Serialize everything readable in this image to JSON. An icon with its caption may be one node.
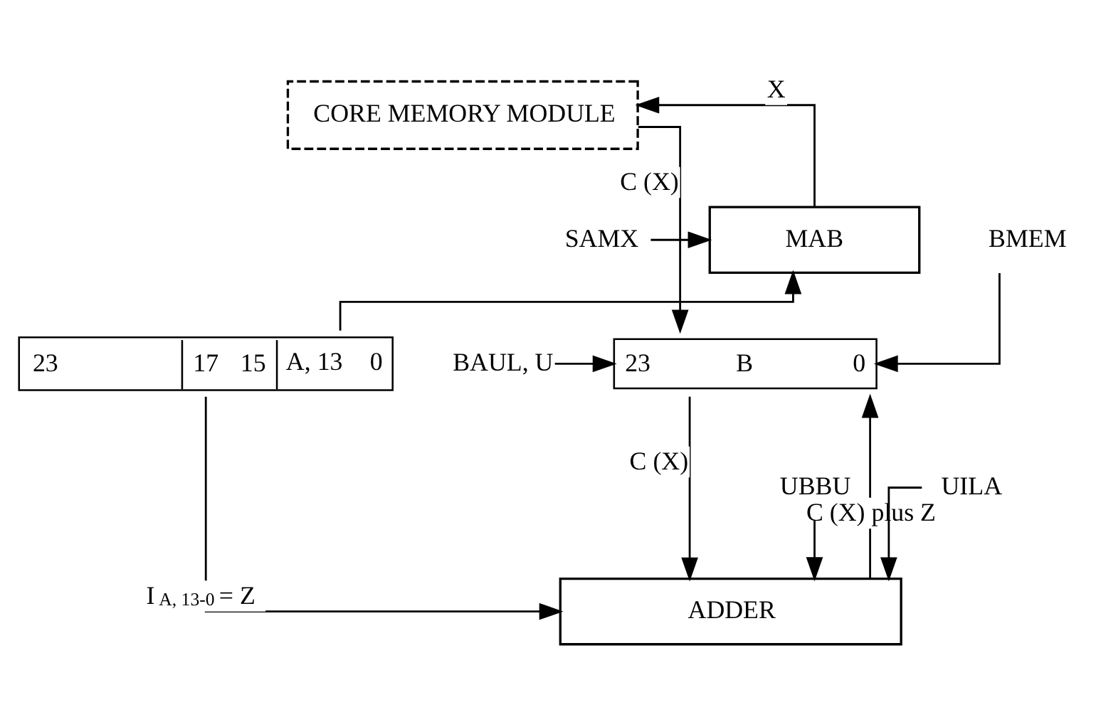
{
  "diagram": {
    "nodes": [
      {
        "text": [
          "CORE MEMORY MODULE"
        ]
      },
      {
        "text": [
          "MAB"
        ]
      },
      {
        "text": [
          "23",
          "B",
          "0"
        ]
      },
      {
        "text": [
          "23",
          "17",
          "15",
          "A, 13",
          "0"
        ]
      },
      {
        "text": [
          "ADDER"
        ]
      },
      {
        "text": [
          "BMEM"
        ]
      },
      {
        "text": [
          "BAUL, U"
        ]
      },
      {
        "text": [
          "SAMX"
        ]
      },
      {
        "text": [
          "UBBU"
        ]
      },
      {
        "text": [
          "UILA"
        ]
      }
    ],
    "edges": [
      {
        "from": 1,
        "to": 0,
        "arrow": "to",
        "label": "X"
      },
      {
        "from": 0,
        "to": 2,
        "arrow": "to",
        "label": "C (X)"
      },
      {
        "from": 3,
        "to": 1,
        "arrow": "to"
      },
      {
        "from": 7,
        "to": 1,
        "arrow": "to"
      },
      {
        "from": 5,
        "to": 2,
        "arrow": "to"
      },
      {
        "from": 6,
        "to": 2,
        "arrow": "to"
      },
      {
        "from": 2,
        "to": 4,
        "arrow": "to",
        "label": "C (X)"
      },
      {
        "from": 3,
        "to": 4,
        "arrow": "to",
        "label": "I$_{A, 13-0}$ = Z"
      },
      {
        "from": 8,
        "to": 4,
        "arrow": "to"
      },
      {
        "from": 9,
        "to": 4,
        "arrow": "to"
      },
      {
        "from": 4,
        "to": 2,
        "arrow": "to",
        "label": "C (X) plus Z"
      }
    ]
  }
}
